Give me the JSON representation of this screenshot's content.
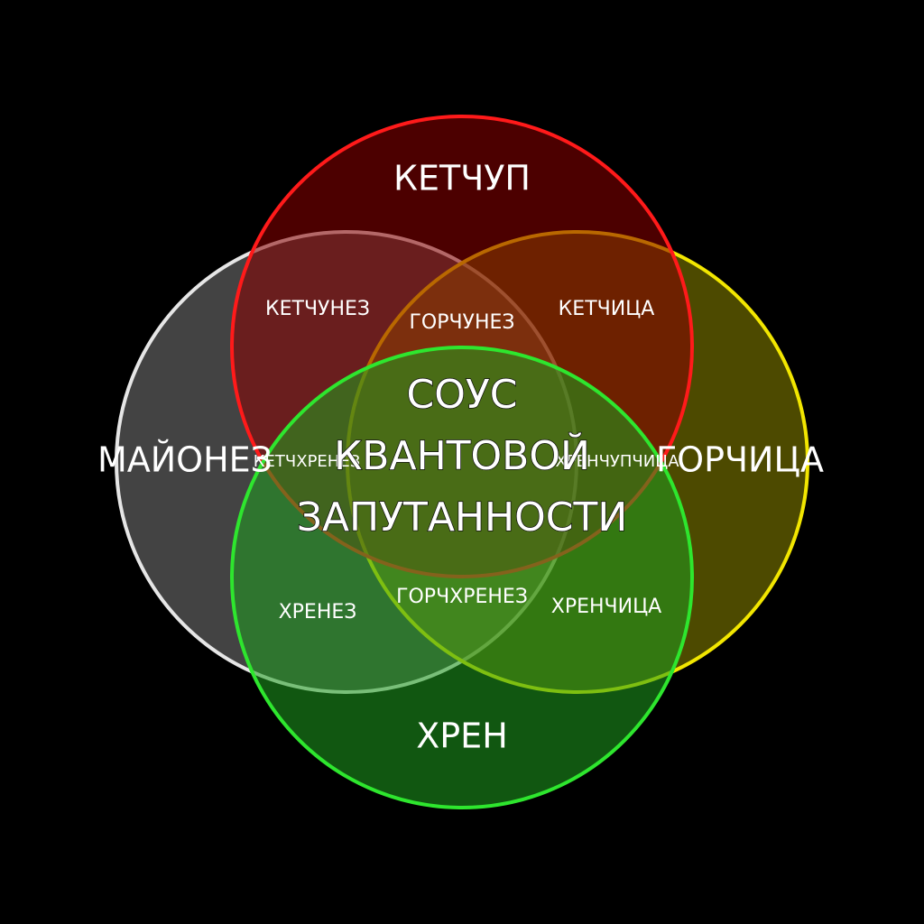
{
  "sets": {
    "ketchup": {
      "label": "КЕТЧУП",
      "fill": "#8b0000",
      "stroke": "#ff1a1a"
    },
    "mayonnaise": {
      "label": "МАЙОНЕЗ",
      "fill": "#7a7a7a",
      "stroke": "#e6e6e6"
    },
    "mustard": {
      "label": "ГОРЧИЦА",
      "fill": "#8c8700",
      "stroke": "#f2e600"
    },
    "horseradish": {
      "label": "ХРЕН",
      "fill": "#1f9e1f",
      "stroke": "#2ee62e"
    }
  },
  "intersections": {
    "ketchup_mayonnaise": "КЕТЧУНЕЗ",
    "ketchup_mustard": "КЕТЧИЦА",
    "mustard_mayonnaise": "ГОРЧУНЕЗ",
    "ketchup_horseradish": "КЕТЧХРЕНЕЗ",
    "horseradish_mustard_ketchup": "ХРЕНЧУПЧИЦА",
    "horseradish_mayonnaise": "ХРЕНЕЗ",
    "mustard_horseradish": "ГОРЧХРЕНЕЗ",
    "horseradish_mustard": "ХРЕНЧИЦА"
  },
  "center": {
    "lines": [
      "СОУС",
      "КВАНТОВОЙ",
      "ЗАПУТАННОСТИ"
    ]
  }
}
